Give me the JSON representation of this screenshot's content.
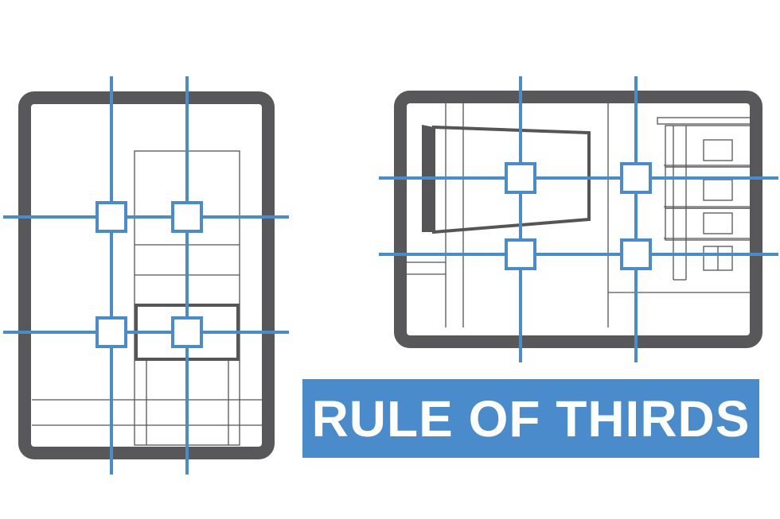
{
  "title": "RULE OF THIRDS",
  "colors": {
    "grid_line": "#4a8ccb",
    "frame": "#58585a",
    "sketch": "#555557",
    "banner_bg": "#4a8ccb",
    "banner_text": "#ffffff",
    "background": "#ffffff"
  },
  "frames": [
    {
      "name": "portrait-frame",
      "orientation": "portrait",
      "power_points": 4
    },
    {
      "name": "landscape-frame",
      "orientation": "landscape",
      "power_points": 4
    }
  ]
}
